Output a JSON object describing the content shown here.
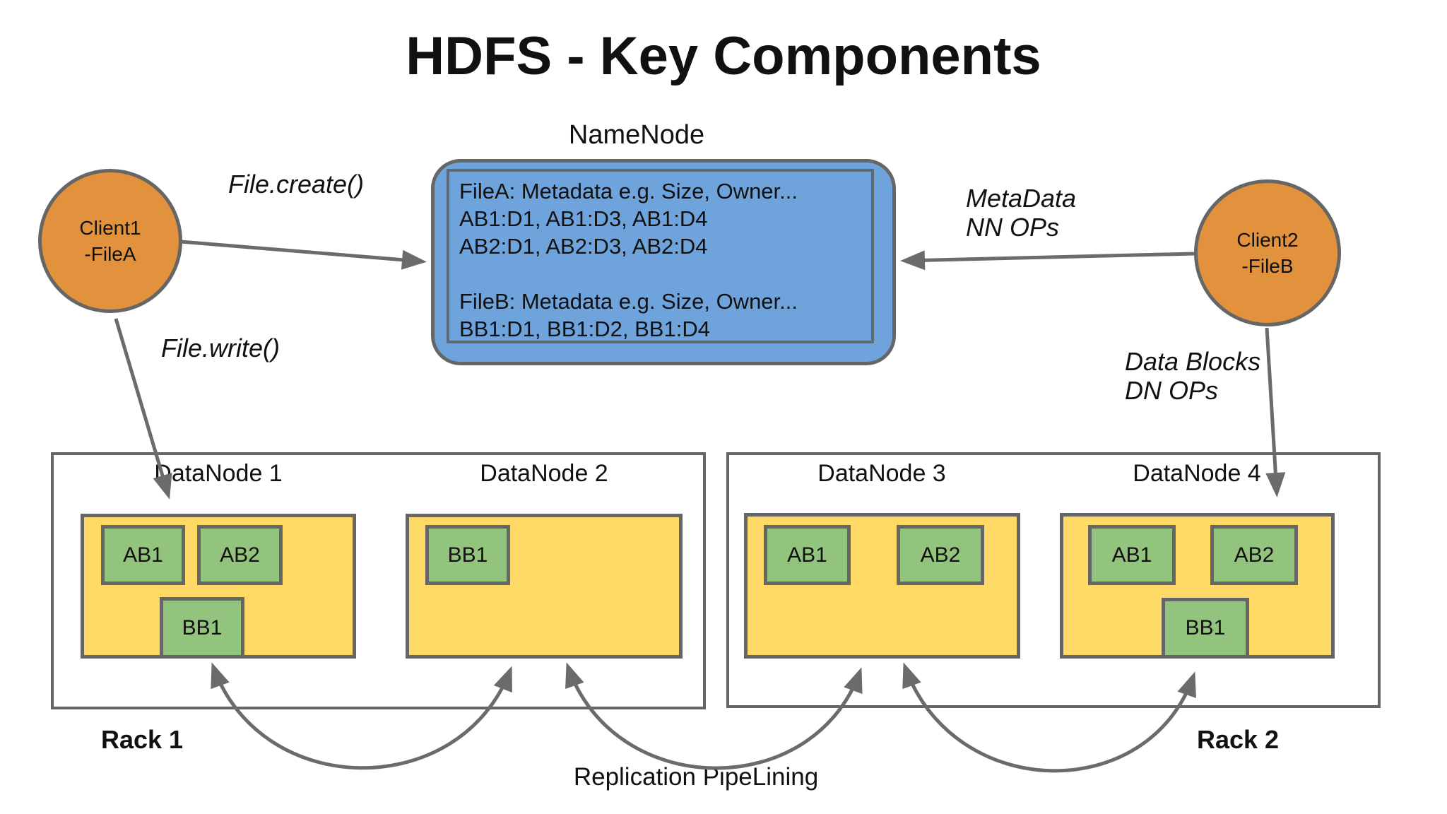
{
  "title": "HDFS - Key Components",
  "namenode": {
    "label": "NameNode",
    "lines": [
      "FileA: Metadata e.g. Size, Owner...",
      "AB1:D1, AB1:D3, AB1:D4",
      "AB2:D1, AB2:D3, AB2:D4",
      "",
      "FileB: Metadata e.g. Size, Owner...",
      "BB1:D1, BB1:D2, BB1:D4"
    ]
  },
  "client1": {
    "name": "Client1",
    "file": "-FileA"
  },
  "client2": {
    "name": "Client2",
    "file": "-FileB"
  },
  "labels": {
    "file_create": "File.create()",
    "file_write": "File.write()",
    "metadata_line1": "MetaData",
    "metadata_line2": "NN OPs",
    "datablocks_line1": "Data Blocks",
    "datablocks_line2": "DN OPs",
    "replication": "Replication PipeLining"
  },
  "racks": [
    {
      "label": "Rack 1",
      "datanodes": [
        {
          "label": "DataNode 1",
          "blocks": [
            "AB1",
            "AB2",
            "BB1"
          ]
        },
        {
          "label": "DataNode 2",
          "blocks": [
            "BB1"
          ]
        }
      ]
    },
    {
      "label": "Rack 2",
      "datanodes": [
        {
          "label": "DataNode 3",
          "blocks": [
            "AB1",
            "AB2"
          ]
        },
        {
          "label": "DataNode 4",
          "blocks": [
            "AB1",
            "AB2",
            "BB1"
          ]
        }
      ]
    }
  ],
  "colors": {
    "client_fill": "#e2913c",
    "namenode_fill": "#6fa3dc",
    "datanode_fill": "#ffd966",
    "block_fill": "#93c47d",
    "border": "#666666",
    "arrow": "#6b6b6b"
  }
}
